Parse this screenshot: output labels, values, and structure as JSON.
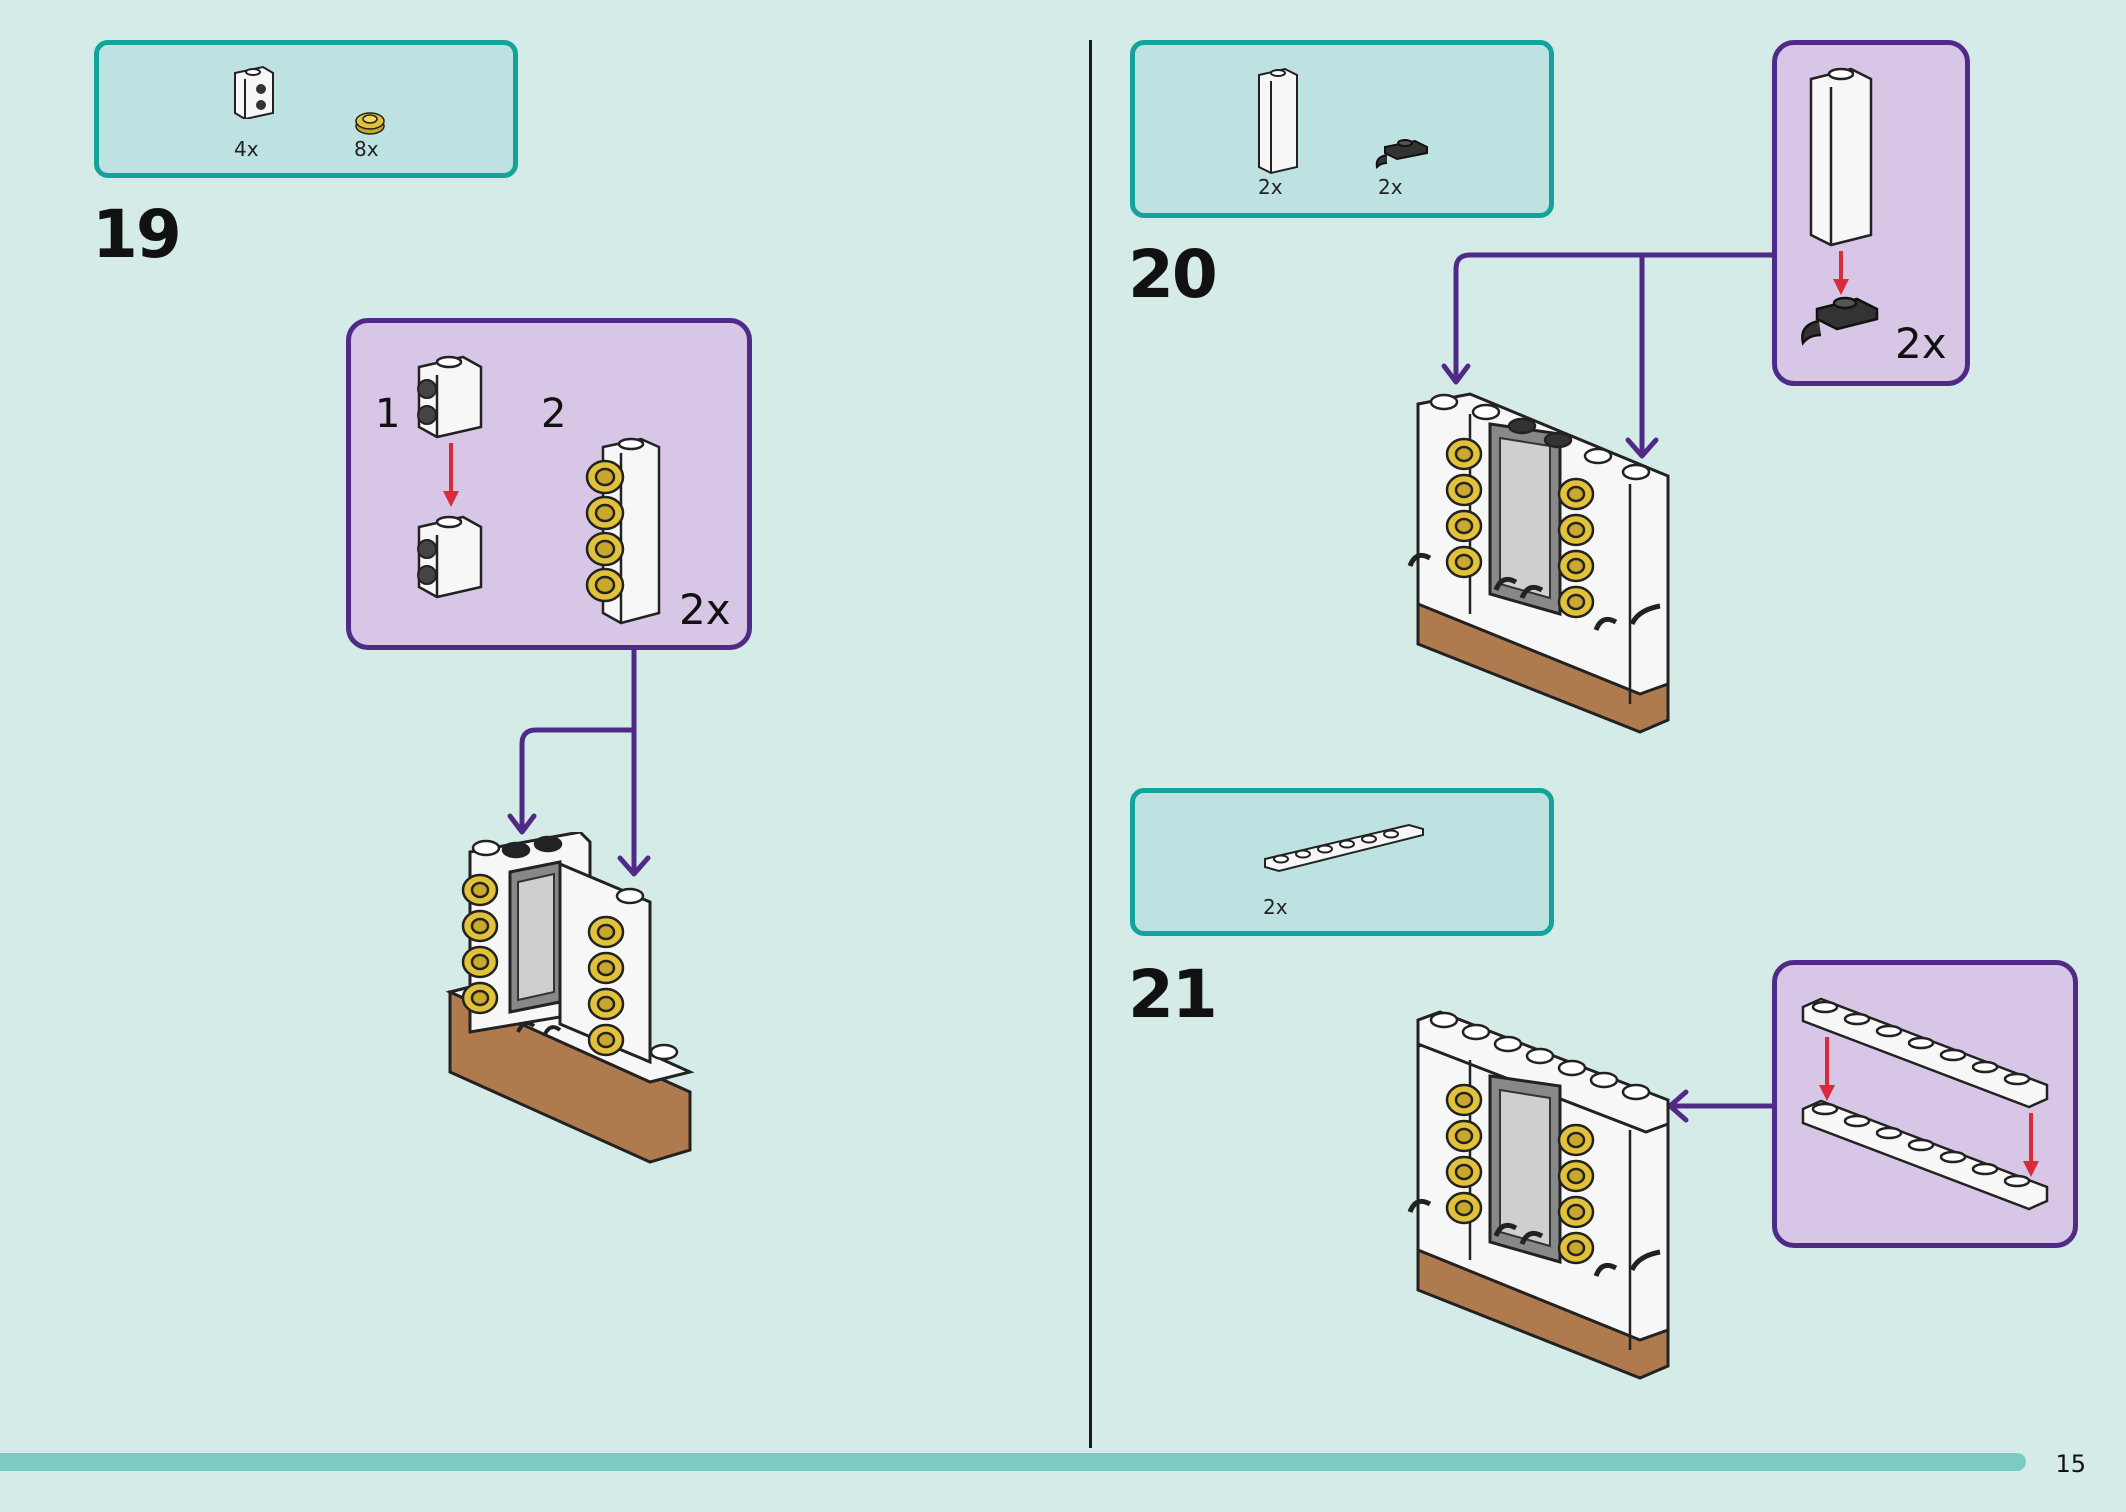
{
  "page_number": "15",
  "steps": [
    {
      "number": "19",
      "parts": [
        {
          "name": "white brick 1x1x2 with side studs",
          "qty": "4x"
        },
        {
          "name": "gold round plate 1x1",
          "qty": "8x"
        }
      ],
      "callout": {
        "substeps": [
          "1",
          "2"
        ],
        "multiplier": "2x"
      }
    },
    {
      "number": "20",
      "parts": [
        {
          "name": "white brick 1x1x3",
          "qty": "2x"
        },
        {
          "name": "black plate with clip",
          "qty": "2x"
        }
      ],
      "callout": {
        "multiplier": "2x"
      }
    },
    {
      "number": "21",
      "parts": [
        {
          "name": "white plate 1x6",
          "qty": "2x"
        }
      ]
    }
  ],
  "colors": {
    "background": "#d5ebe8",
    "parts_box_fill": "#bde2e1",
    "parts_box_border": "#14a39a",
    "callout_fill": "#d7c6e6",
    "callout_border": "#4f2a87",
    "arrow": "#4f2a87",
    "red_arrow": "#d92b3a",
    "brick_white": "#f7f7f7",
    "stud_gold": "#e1c23a",
    "base_brown": "#b07a4f"
  }
}
